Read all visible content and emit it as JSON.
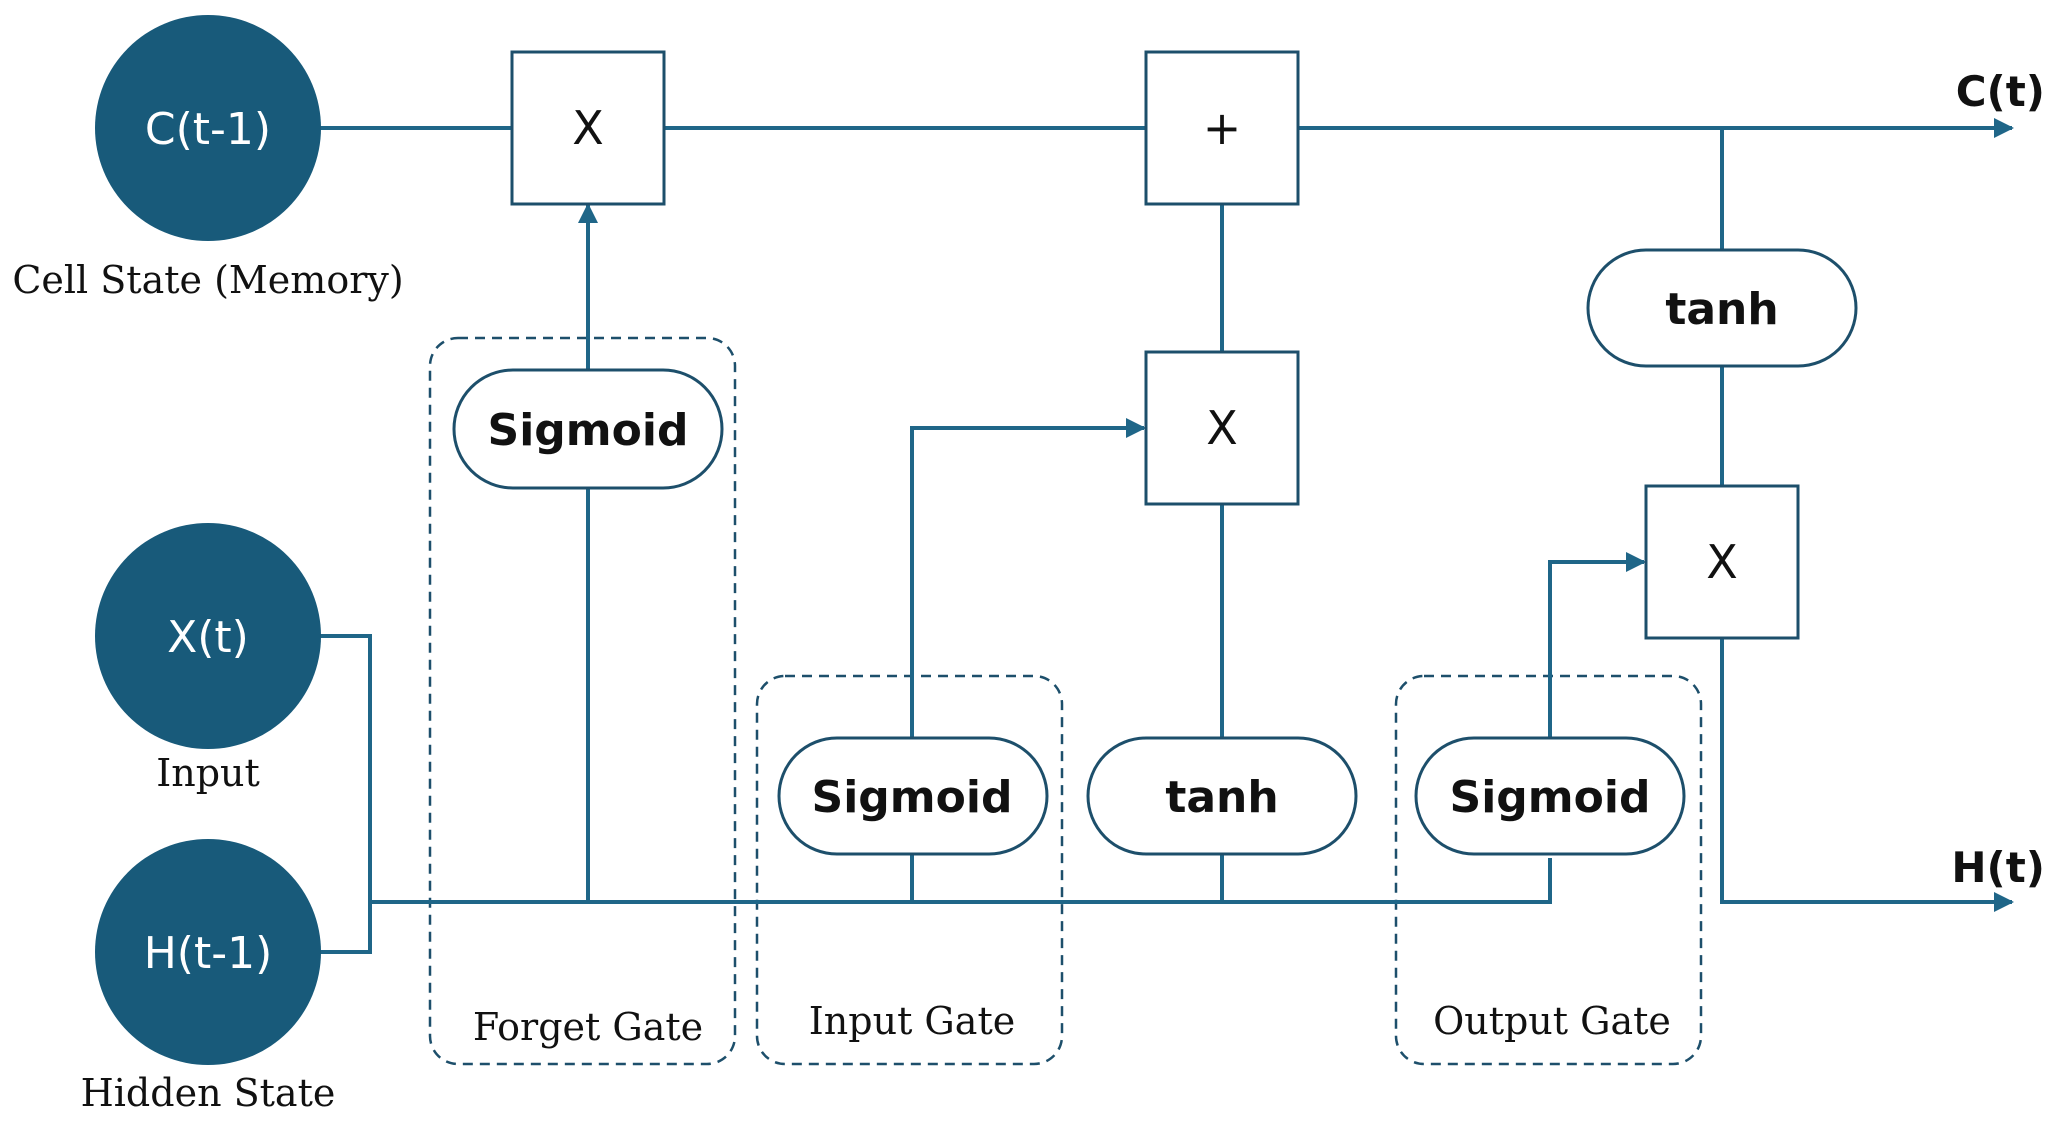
{
  "nodes": {
    "cell_prev": {
      "label": "C(t-1)",
      "caption": "Cell State (Memory)"
    },
    "input": {
      "label": "X(t)",
      "caption": "Input"
    },
    "hidden_prev": {
      "label": "H(t-1)",
      "caption": "Hidden State"
    }
  },
  "ops": {
    "forget_multiply": "X",
    "cell_add": "+",
    "input_multiply": "X",
    "output_multiply": "X"
  },
  "activations": {
    "forget_sigmoid": "Sigmoid",
    "input_sigmoid": "Sigmoid",
    "candidate_tanh": "tanh",
    "output_sigmoid": "Sigmoid",
    "cell_tanh": "tanh"
  },
  "gates": {
    "forget": "Forget Gate",
    "input": "Input Gate",
    "output": "Output Gate"
  },
  "outputs": {
    "cell": "C(t)",
    "hidden": "H(t)"
  },
  "colors": {
    "node_fill": "#185a7a",
    "line": "#1f6688"
  }
}
